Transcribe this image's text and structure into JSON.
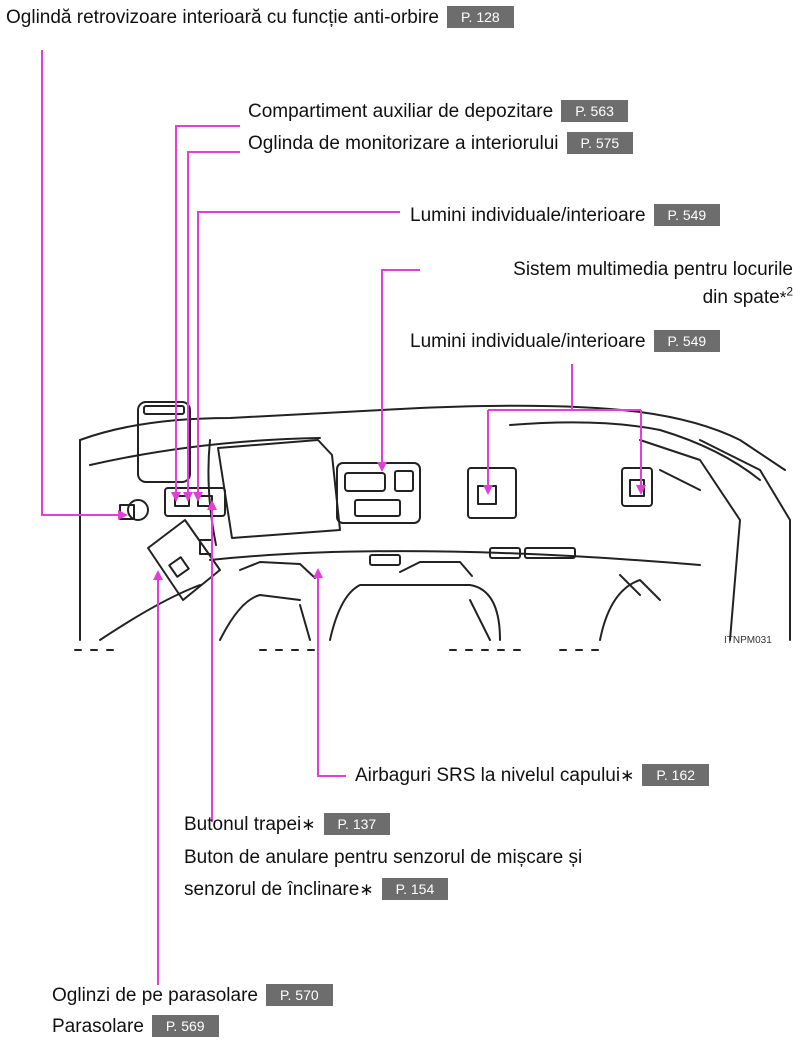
{
  "callouts": {
    "rearview_mirror": {
      "text": "Oglindă retrovizoare interioară cu funcție anti-orbire",
      "page": "P. 128"
    },
    "aux_storage": {
      "text": "Compartiment auxiliar de depozitare",
      "page": "P. 563"
    },
    "monitor_mirror": {
      "text": "Oglinda de monitorizare a interiorului",
      "page": "P. 575"
    },
    "lights_front": {
      "text": "Lumini individuale/interioare",
      "page": "P. 549"
    },
    "rear_multimedia": {
      "line1": "Sistem multimedia pentru locurile",
      "line2": "din spate",
      "star": "*",
      "sup": "2"
    },
    "lights_rear": {
      "text": "Lumini individuale/interioare",
      "page": "P. 549"
    },
    "curtain_airbags": {
      "text": "Airbaguri SRS la nivelul capului",
      "star": "∗",
      "page": "P. 162"
    },
    "moonroof_switch": {
      "text": "Butonul trapei",
      "star": "∗",
      "page": "P. 137"
    },
    "cancel_switch": {
      "line1": "Buton de anulare pentru senzorul de mișcare și",
      "line2": "senzorul de înclinare",
      "star": "∗",
      "page": "P. 154"
    },
    "vanity_mirrors": {
      "text": "Oglinzi de pe parasolare",
      "page": "P. 570"
    },
    "sun_visors": {
      "text": "Parasolare",
      "page": "P. 569"
    }
  },
  "figure_code": "ITNPM031",
  "colors": {
    "leader": "#e23fd6",
    "tag": "#6d6d6d"
  }
}
